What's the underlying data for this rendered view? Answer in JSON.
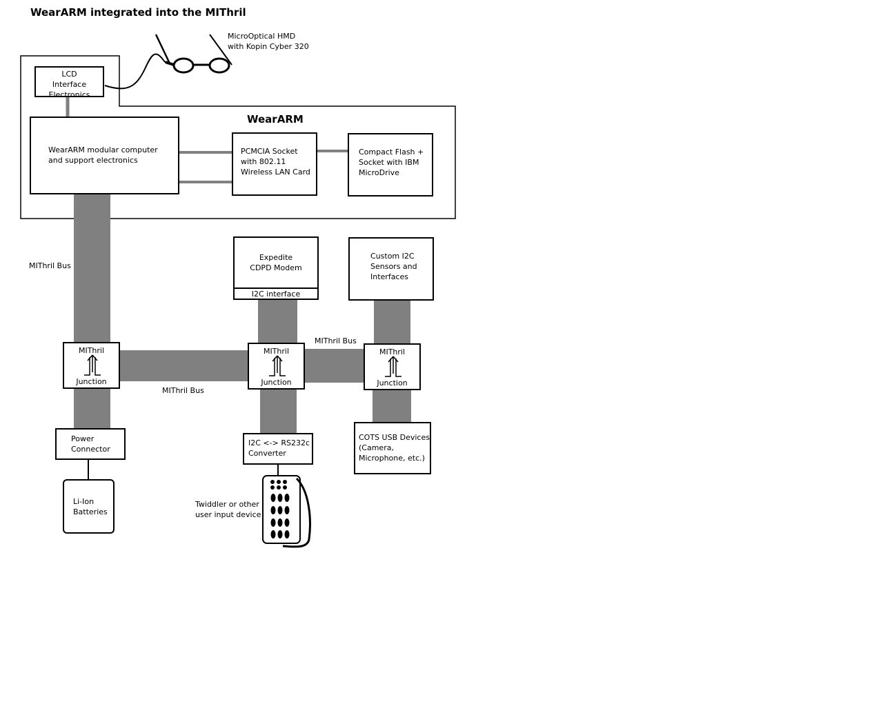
{
  "title": "WearARM integrated into the MIThril",
  "hmd_label": "MicroOptical HMD\nwith Kopin Cyber 320",
  "wearearm_heading": "WearARM",
  "boxes": {
    "lcd": "LCD\nInterface\nElectronics",
    "computer": "WearARM modular computer\nand support electronics",
    "pcmcia": "PCMCIA Socket\nwith 802.11\nWireless LAN Card",
    "cf": "Compact Flash +\nSocket with IBM\nMicroDrive",
    "expedite": "Expedite\nCDPD Modem",
    "i2c_interface": "I2C interface",
    "custom": "Custom I2C\nSensors and\nInterfaces",
    "power": "Power\nConnector",
    "batteries": "Li-Ion\nBatteries",
    "converter": "I2C <-> RS232c\nConverter",
    "cots": "COTS USB Devices\n(Camera,\nMicrophone, etc.)"
  },
  "junction": {
    "top": "MIThril",
    "bottom": "Junction"
  },
  "bus_labels": {
    "vertical": "MIThril Bus",
    "bottom": "MIThril Bus",
    "right": "MIThril Bus"
  },
  "twiddler_label": "Twiddler or other\nuser input device",
  "colors": {
    "bus": "#808080",
    "line": "#000000",
    "background": "#ffffff"
  }
}
